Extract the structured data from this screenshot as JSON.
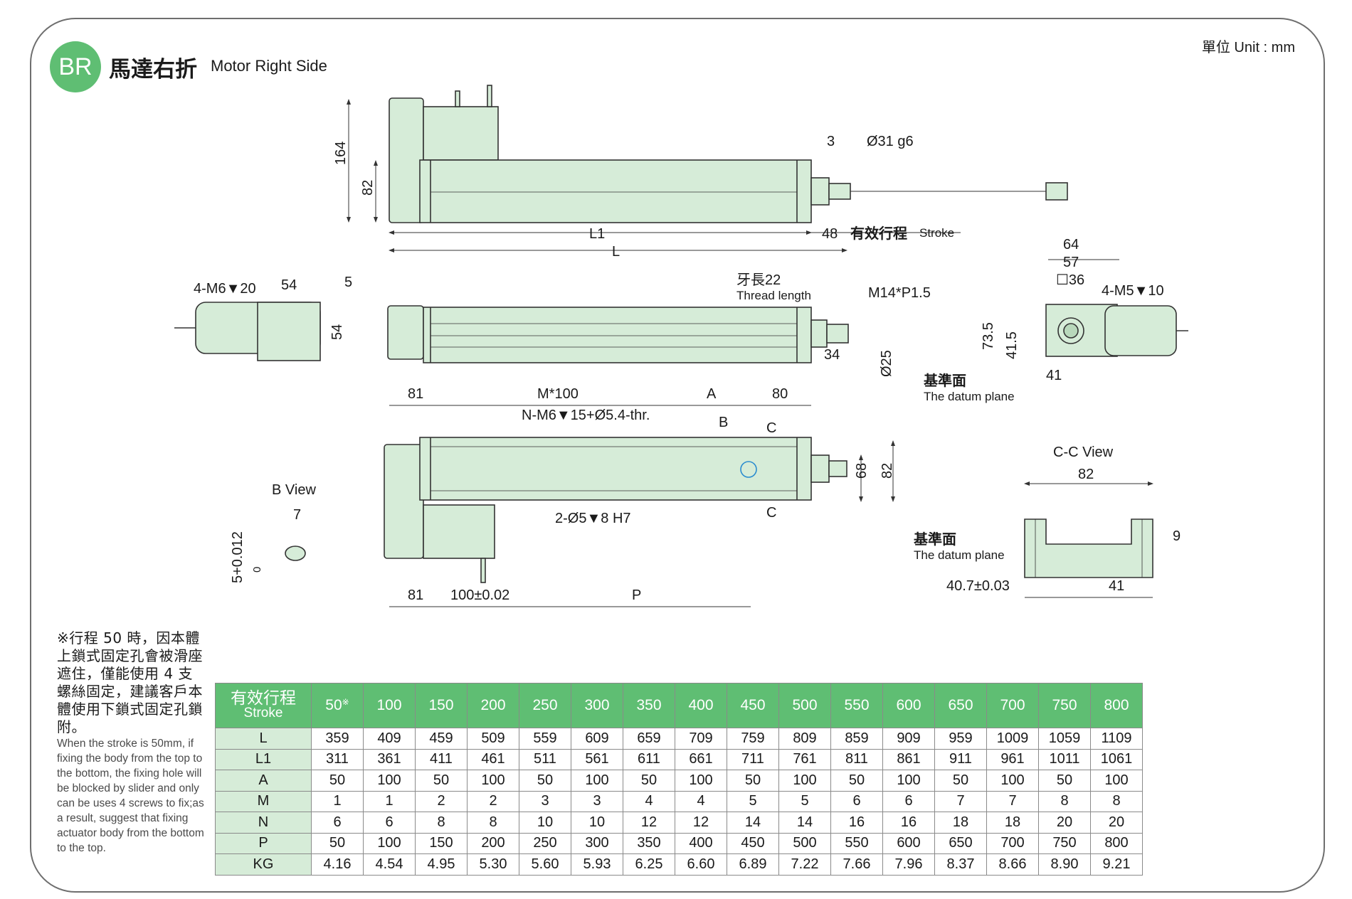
{
  "header": {
    "badge": "BR",
    "title_zh": "馬達右折",
    "title_en": "Motor Right Side",
    "unit": "單位 Unit : mm"
  },
  "labels": {
    "d164": "164",
    "d82a": "82",
    "d3": "3",
    "shaft": "Ø31 g6",
    "l1": "L1",
    "l": "L",
    "d48": "48",
    "stroke_zh": "有效行程",
    "stroke_en": "Stroke",
    "thread_zh": "牙長22",
    "thread_en": "Thread length",
    "m14": "M14*P1.5",
    "d34": "34",
    "d25": "Ø25",
    "m6_20": "4-M6▼20",
    "d54a": "54",
    "d5a": "5",
    "d54b": "54",
    "d64": "64",
    "d57": "57",
    "sq36": "☐36",
    "m5_10": "4-M5▼10",
    "d735": "73.5",
    "d415": "41.5",
    "d41a": "41",
    "datum_zh": "基準面",
    "datum_en": "The datum plane",
    "d81a": "81",
    "m100": "M*100",
    "a": "A",
    "d80": "80",
    "nm6": "N-M6▼15+Ø5.4-thr.",
    "b": "B",
    "c": "C",
    "d68": "68",
    "d82b": "82",
    "pin": "2-Ø5▼8 H7",
    "d81b": "81",
    "d100": "100±0.02",
    "p": "P",
    "bview": "B View",
    "d7": "7",
    "d5tol": "5+0.012",
    "d0": "0",
    "ccview": "C-C View",
    "d82c": "82",
    "d9": "9",
    "d407": "40.7±0.03",
    "d41b": "41"
  },
  "note": {
    "zh": "※行程 50 時，因本體上鎖式固定孔會被滑座遮住，僅能使用 4 支螺絲固定，建議客戶本體使用下鎖式固定孔鎖附。",
    "en": "When the stroke is 50mm, if fixing the body from the top to the bottom, the fixing hole will be blocked by slider and only can be uses 4 screws to fix;as a result, suggest that fixing actuator body from the bottom to the top."
  },
  "table": {
    "header_zh": "有效行程",
    "header_en": "Stroke",
    "strokes": [
      "50",
      "100",
      "150",
      "200",
      "250",
      "300",
      "350",
      "400",
      "450",
      "500",
      "550",
      "600",
      "650",
      "700",
      "750",
      "800"
    ],
    "first_mark": "※",
    "rows": [
      {
        "label": "L",
        "values": [
          "359",
          "409",
          "459",
          "509",
          "559",
          "609",
          "659",
          "709",
          "759",
          "809",
          "859",
          "909",
          "959",
          "1009",
          "1059",
          "1109"
        ]
      },
      {
        "label": "L1",
        "values": [
          "311",
          "361",
          "411",
          "461",
          "511",
          "561",
          "611",
          "661",
          "711",
          "761",
          "811",
          "861",
          "911",
          "961",
          "1011",
          "1061"
        ]
      },
      {
        "label": "A",
        "values": [
          "50",
          "100",
          "50",
          "100",
          "50",
          "100",
          "50",
          "100",
          "50",
          "100",
          "50",
          "100",
          "50",
          "100",
          "50",
          "100"
        ]
      },
      {
        "label": "M",
        "values": [
          "1",
          "1",
          "2",
          "2",
          "3",
          "3",
          "4",
          "4",
          "5",
          "5",
          "6",
          "6",
          "7",
          "7",
          "8",
          "8"
        ]
      },
      {
        "label": "N",
        "values": [
          "6",
          "6",
          "8",
          "8",
          "10",
          "10",
          "12",
          "12",
          "14",
          "14",
          "16",
          "16",
          "18",
          "18",
          "20",
          "20"
        ]
      },
      {
        "label": "P",
        "values": [
          "50",
          "100",
          "150",
          "200",
          "250",
          "300",
          "350",
          "400",
          "450",
          "500",
          "550",
          "600",
          "650",
          "700",
          "750",
          "800"
        ]
      },
      {
        "label": "KG",
        "values": [
          "4.16",
          "4.54",
          "4.95",
          "5.30",
          "5.60",
          "5.93",
          "6.25",
          "6.60",
          "6.89",
          "7.22",
          "7.66",
          "7.96",
          "8.37",
          "8.66",
          "8.90",
          "9.21"
        ]
      }
    ]
  },
  "colors": {
    "accent": "#5fbe73",
    "body_fill": "#d6ecd8",
    "outline": "#333333",
    "label_blue": "#2a8ccf",
    "label_orange": "#e8912b"
  }
}
